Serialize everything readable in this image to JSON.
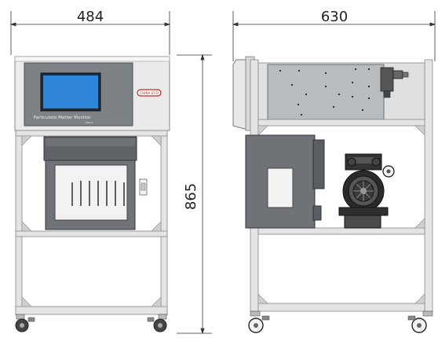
{
  "dimensions": {
    "front_width": "484",
    "side_depth": "630",
    "height": "865"
  },
  "front_panel": {
    "screen_label": "Particulate Matter Monitor",
    "screen_sublabel": "PM2.5",
    "brand_badge": "CHINA ECO"
  },
  "colors": {
    "screen": "#2f86d8",
    "panel": "#7d8286",
    "brand_badge": "#c8261e",
    "frame": "#e4e4e4",
    "cabinet": "#6f7377"
  }
}
